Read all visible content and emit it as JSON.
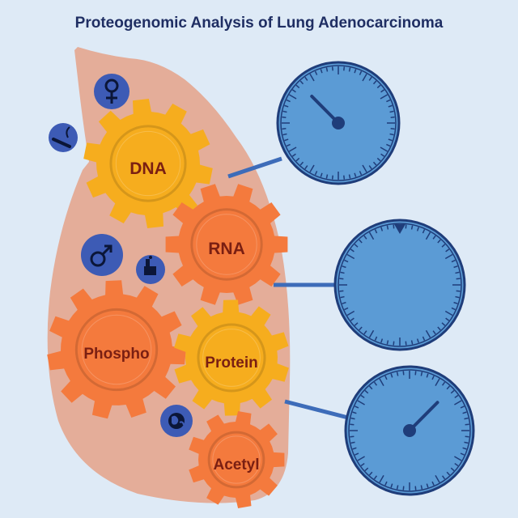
{
  "title": "Proteogenomic Analysis of Lung Adenocarcinoma",
  "gears": [
    {
      "label": "DNA"
    },
    {
      "label": "RNA"
    },
    {
      "label": "Phospho"
    },
    {
      "label": "Protein"
    },
    {
      "label": "Acetyl"
    }
  ],
  "icons": [
    "female-symbol-icon",
    "cigarette-icon",
    "male-symbol-icon",
    "factory-icon",
    "globe-icon"
  ],
  "dials": [
    {
      "level": 0.18
    },
    {
      "level": 0.5
    },
    {
      "level": 0.82
    }
  ],
  "colors": {
    "background": "#deeaf6",
    "lung": "#e4ad99",
    "gear_yellow": "#f6ad1e",
    "gear_orange": "#f47a3d",
    "dial_blue": "#5b9bd5",
    "dial_dark": "#1f3d7a",
    "icon_blue": "#3d5bb5",
    "title": "#1f2e63"
  }
}
